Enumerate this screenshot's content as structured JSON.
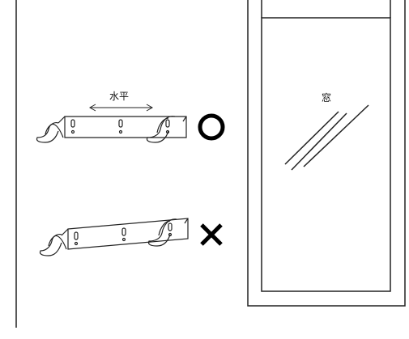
{
  "labels": {
    "level": "水平",
    "window": "窓"
  },
  "marks": {
    "correct": "O",
    "incorrect": "✕"
  },
  "colors": {
    "line": "#111111",
    "background": "#ffffff"
  },
  "icons": [
    "correct-circle-icon",
    "incorrect-cross-icon",
    "bracket-level-icon",
    "bracket-tilted-icon",
    "window-icon"
  ]
}
